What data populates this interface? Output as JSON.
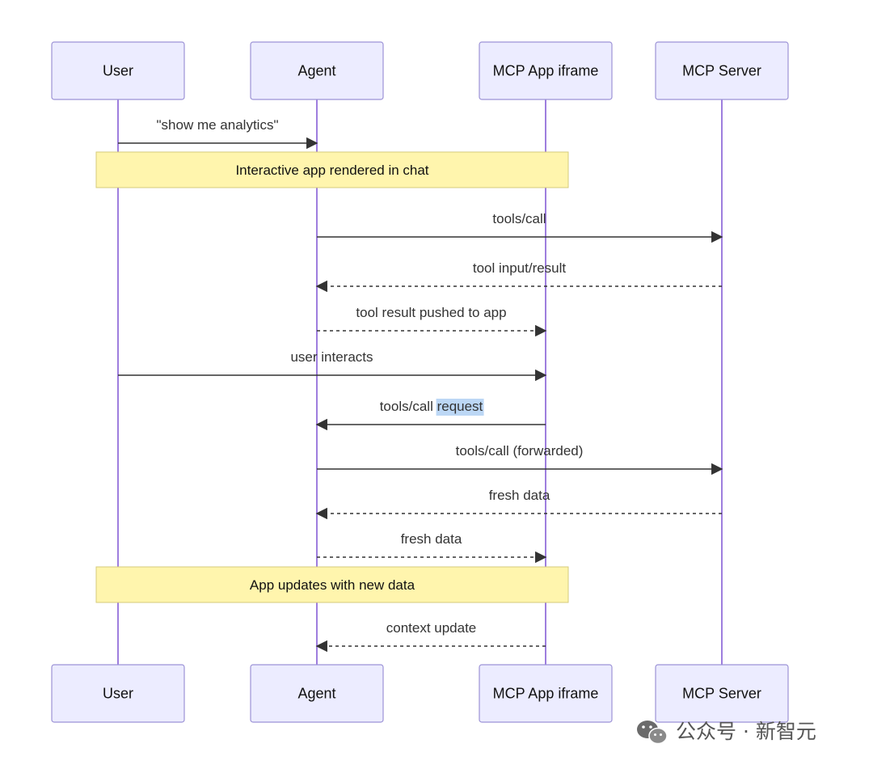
{
  "participants": [
    "User",
    "Agent",
    "MCP App iframe",
    "MCP Server"
  ],
  "messages": [
    {
      "from": 0,
      "to": 1,
      "label": "\"show me analytics\"",
      "style": "solid"
    },
    {
      "from": 1,
      "to": 3,
      "label": "tools/call",
      "style": "solid"
    },
    {
      "from": 3,
      "to": 1,
      "label": "tool input/result",
      "style": "dashed"
    },
    {
      "from": 1,
      "to": 2,
      "label": "tool result pushed to app",
      "style": "dashed"
    },
    {
      "from": 0,
      "to": 2,
      "label": "user interacts",
      "style": "solid"
    },
    {
      "from": 2,
      "to": 1,
      "label": "tools/call request",
      "style": "solid",
      "highlight": "request"
    },
    {
      "from": 1,
      "to": 3,
      "label": "tools/call (forwarded)",
      "style": "solid"
    },
    {
      "from": 3,
      "to": 1,
      "label": "fresh data",
      "style": "dashed"
    },
    {
      "from": 1,
      "to": 2,
      "label": "fresh data",
      "style": "dashed"
    },
    {
      "from": 2,
      "to": 1,
      "label": "context update",
      "style": "dashed"
    }
  ],
  "notes": [
    {
      "text": "Interactive app rendered in chat",
      "over": [
        0,
        2
      ]
    },
    {
      "text": "App updates with new data",
      "over": [
        0,
        2
      ]
    }
  ],
  "watermark": {
    "text": "公众号 · 新智元",
    "icon": "wechat-icon"
  },
  "colors": {
    "actor_fill": "#ECECFF",
    "actor_border": "#9C92D6",
    "lifeline": "#9370DB",
    "note_fill": "#FFF5AD",
    "arrow": "#333333",
    "highlight": "#BCD7F5"
  }
}
